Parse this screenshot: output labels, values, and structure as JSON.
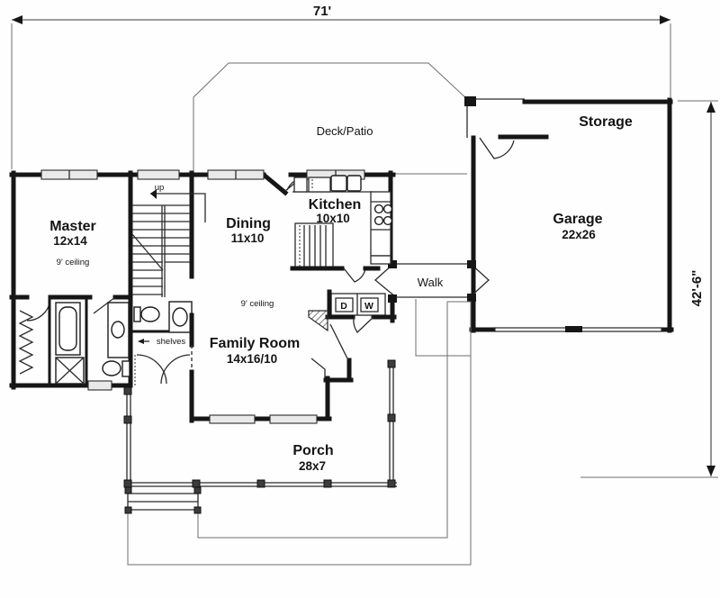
{
  "plan": {
    "dimensions": {
      "overall_width": "71'",
      "overall_height": "42'-6\""
    },
    "outdoor": {
      "deck_label": "Deck/Patio",
      "walk_label": "Walk",
      "porch_name": "Porch",
      "porch_size": "28x7"
    },
    "garage_wing": {
      "storage_label": "Storage",
      "garage_name": "Garage",
      "garage_size": "22x26"
    },
    "rooms": {
      "master_name": "Master",
      "master_size": "12x14",
      "master_ceiling": "9' ceiling",
      "dining_name": "Dining",
      "dining_size": "11x10",
      "kitchen_name": "Kitchen",
      "kitchen_size": "10x10",
      "family_name": "Family Room",
      "family_size": "14x16/10",
      "family_ceiling": "9' ceiling"
    },
    "annotations": {
      "stairs_up": "up",
      "shelves": "shelves",
      "dryer": "D",
      "washer": "W"
    }
  }
}
